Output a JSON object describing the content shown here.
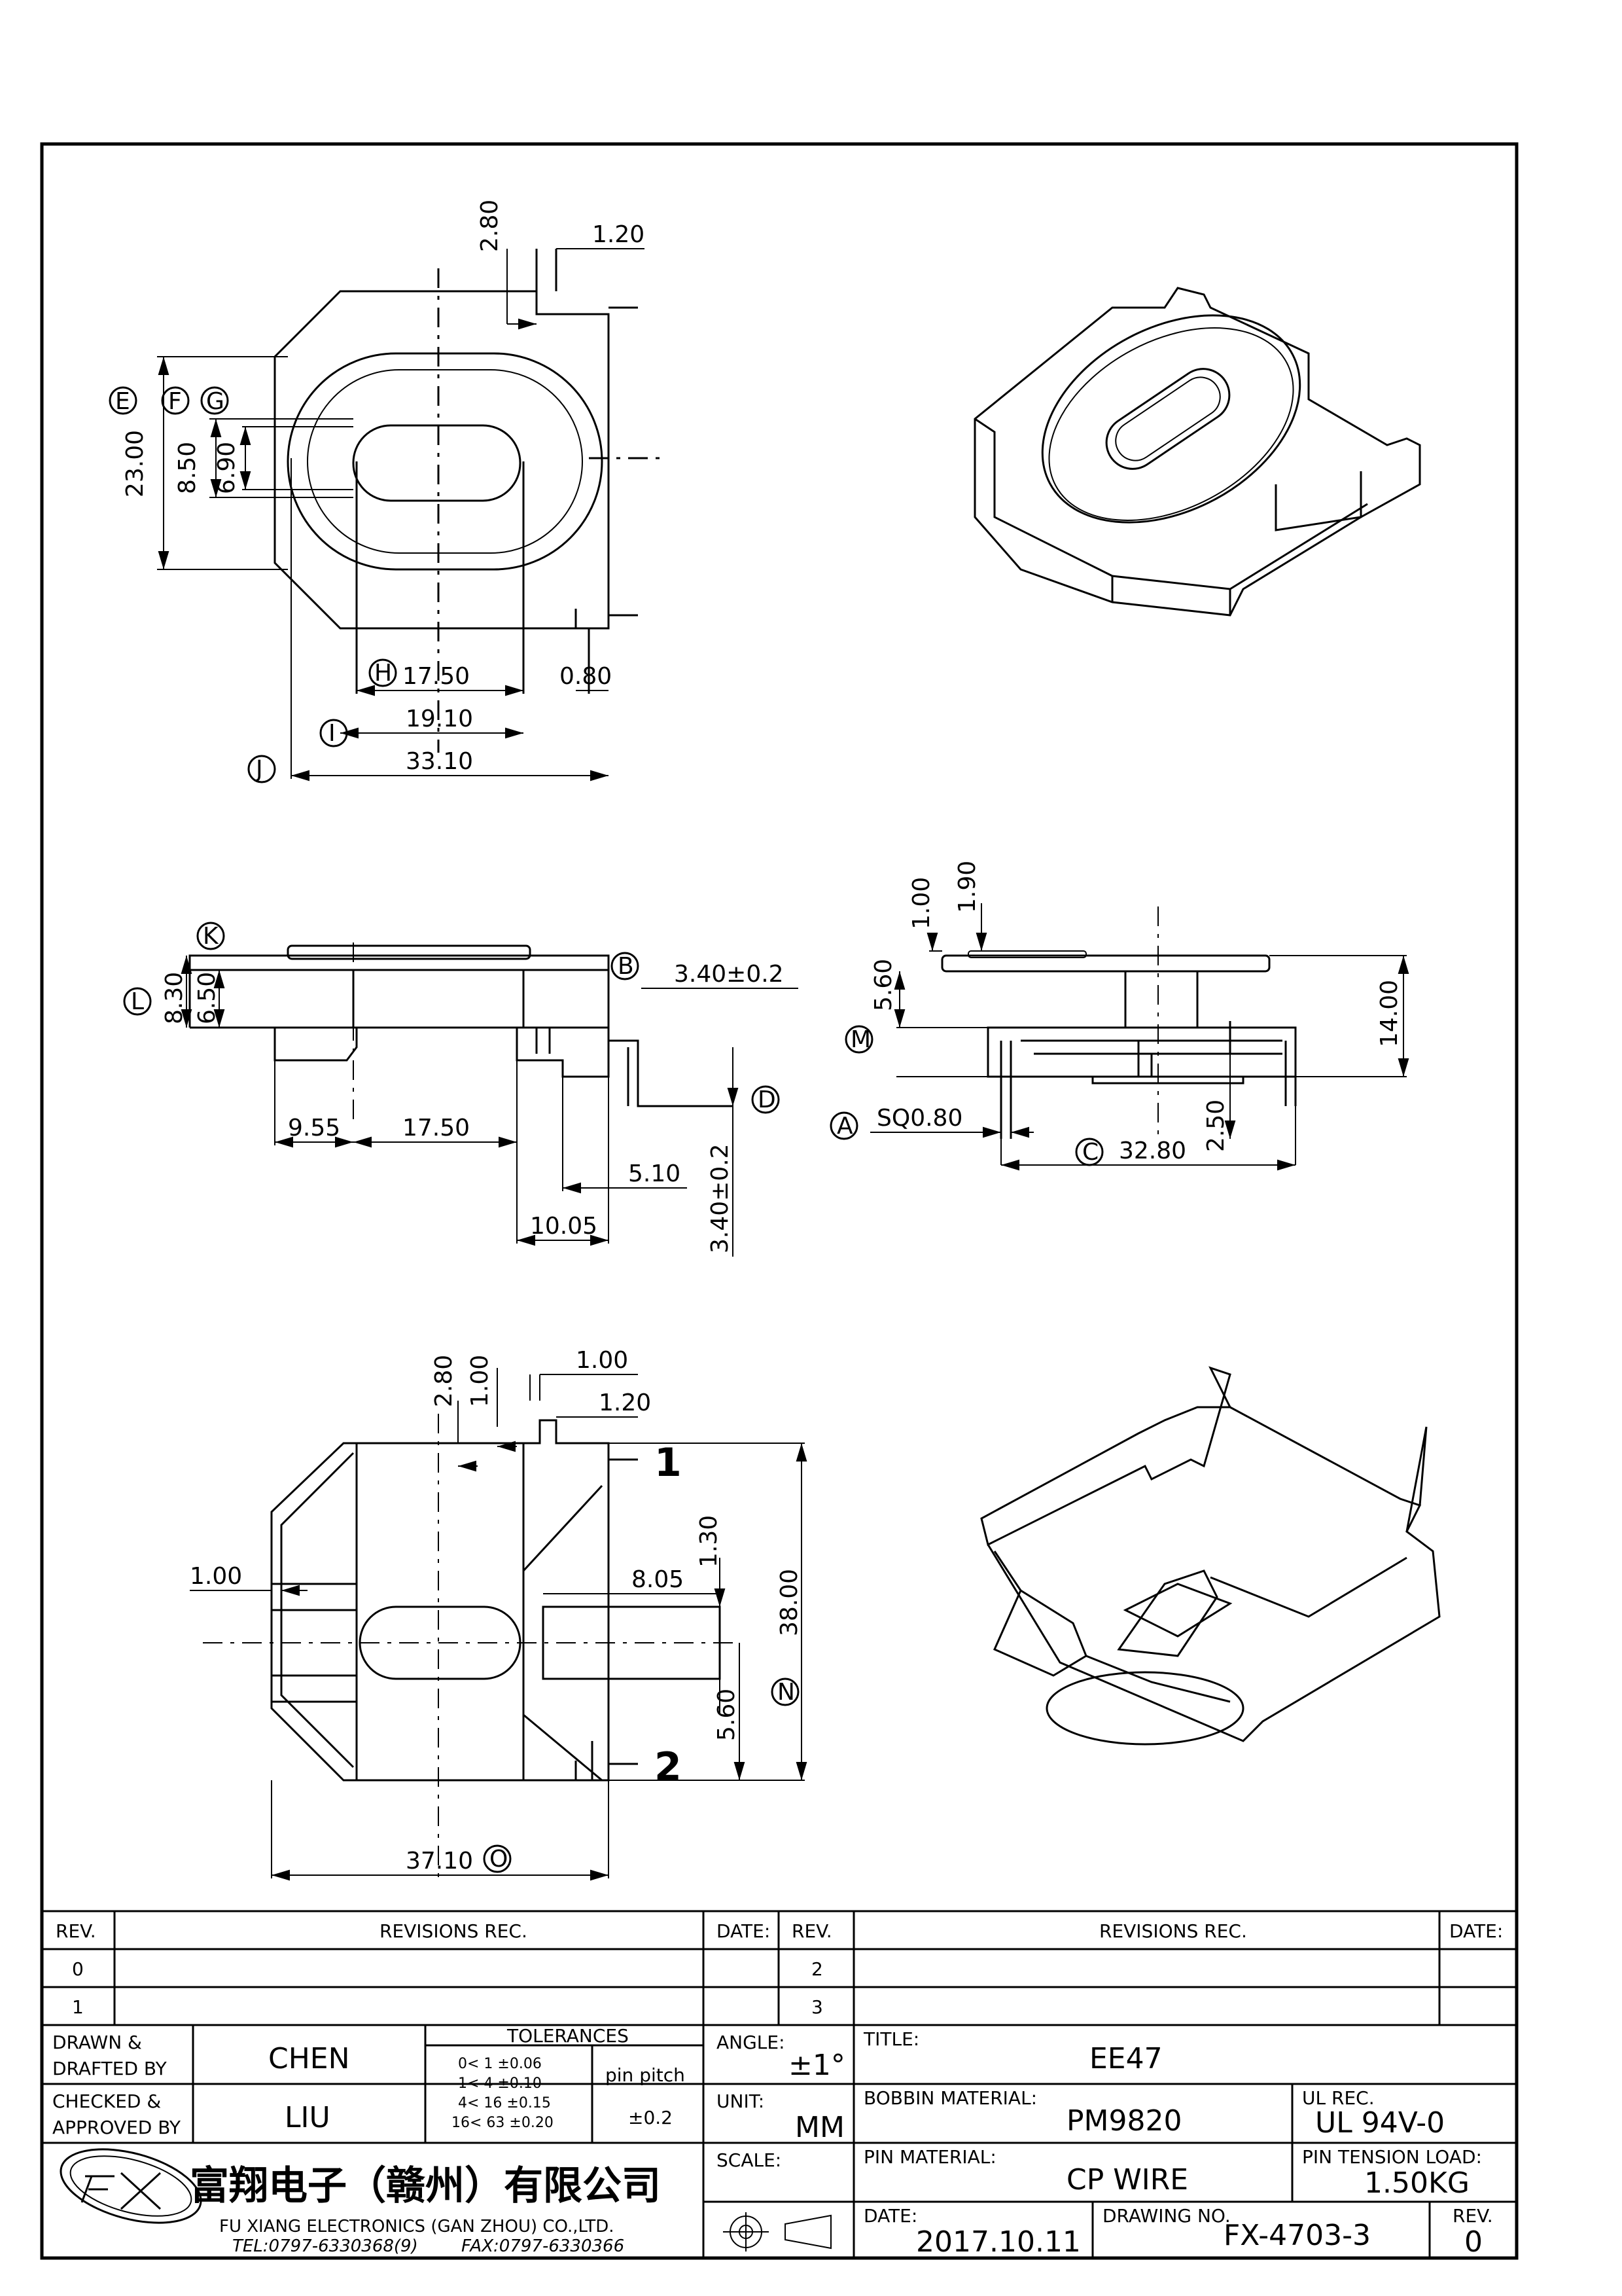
{
  "dims": {
    "top": {
      "d1": "2.80",
      "d2": "1.20",
      "d3": "23.00",
      "d4": "8.50",
      "d5": "6.90",
      "d6": "17.50",
      "d7": "0.80",
      "d8": "19.10",
      "d9": "33.10"
    },
    "side": {
      "d1": "8.30",
      "d2": "6.50",
      "d3": "3.40±0.2",
      "d4": "9.55",
      "d5": "17.50",
      "d6": "5.10",
      "d7": "10.05",
      "d8": "3.40±0.2"
    },
    "front": {
      "d1": "1.00",
      "d2": "1.90",
      "d3": "5.60",
      "d4": "14.00",
      "d5": "SQ0.80",
      "d6": "32.80",
      "d7": "2.50"
    },
    "bottom": {
      "d1": "2.80",
      "d2": "1.00",
      "d3": "1.00",
      "d4": "1.20",
      "d5": "1.00",
      "d6": "8.05",
      "d7": "1.30",
      "d8": "38.00",
      "d9": "5.60",
      "d10": "37.10",
      "pin1": "1",
      "pin2": "2"
    }
  },
  "callouts": {
    "E": "E",
    "F": "F",
    "G": "G",
    "H": "H",
    "I": "I",
    "J": "J",
    "K": "K",
    "L": "L",
    "B": "B",
    "D": "D",
    "M": "M",
    "A": "A",
    "C": "C",
    "N": "N",
    "O": "O"
  },
  "revisions": {
    "header": {
      "rev": "REV.",
      "rec": "REVISIONS   REC.",
      "date": "DATE:",
      "rev2": "REV.",
      "rec2": "REVISIONS   REC.",
      "date2": "DATE:"
    },
    "rows": [
      "0",
      "1"
    ],
    "rows2": [
      "2",
      "3"
    ]
  },
  "title_block": {
    "drawn_label": "DRAWN &\nDRAFTED BY",
    "drawn_l1": "DRAWN &",
    "drawn_l2": "DRAFTED BY",
    "drawn_by": "CHEN",
    "checked_l1": "CHECKED &",
    "checked_l2": "APPROVED BY",
    "checked_by": "LIU",
    "tolerances_label": "TOLERANCES",
    "tol1": "0<  1   ±0.06",
    "tol2": "1<  4   ±0.10",
    "tol3": "4<  16  ±0.15",
    "tol4": "16<  63  ±0.20",
    "pin_pitch_label": "pin pitch",
    "pin_pitch": "±0.2",
    "angle_label": "ANGLE:",
    "angle": "±1°",
    "unit_label": "UNIT:",
    "unit": "MM",
    "scale_label": "SCALE:",
    "title_label": "TITLE:",
    "title": "EE47",
    "bobbin_label": "BOBBIN MATERIAL:",
    "bobbin": "PM9820",
    "ul_label": "UL REC.",
    "ul": "UL 94V-0",
    "pin_mat_label": "PIN MATERIAL:",
    "pin_mat": "CP WIRE",
    "tension_label": "PIN TENSION LOAD:",
    "tension": "1.50KG",
    "date_label": "DATE:",
    "date": "2017.10.11",
    "drawing_label": "DRAWING NO.",
    "drawing_no": "FX-4703-3",
    "rev_label": "REV.",
    "rev": "0",
    "company_cn": "富翔电子（赣州）有限公司",
    "company_en": "FU XIANG ELECTRONICS (GAN ZHOU) CO.,LTD.",
    "tel": "TEL:0797-6330368(9)",
    "fax": "FAX:0797-6330366"
  }
}
